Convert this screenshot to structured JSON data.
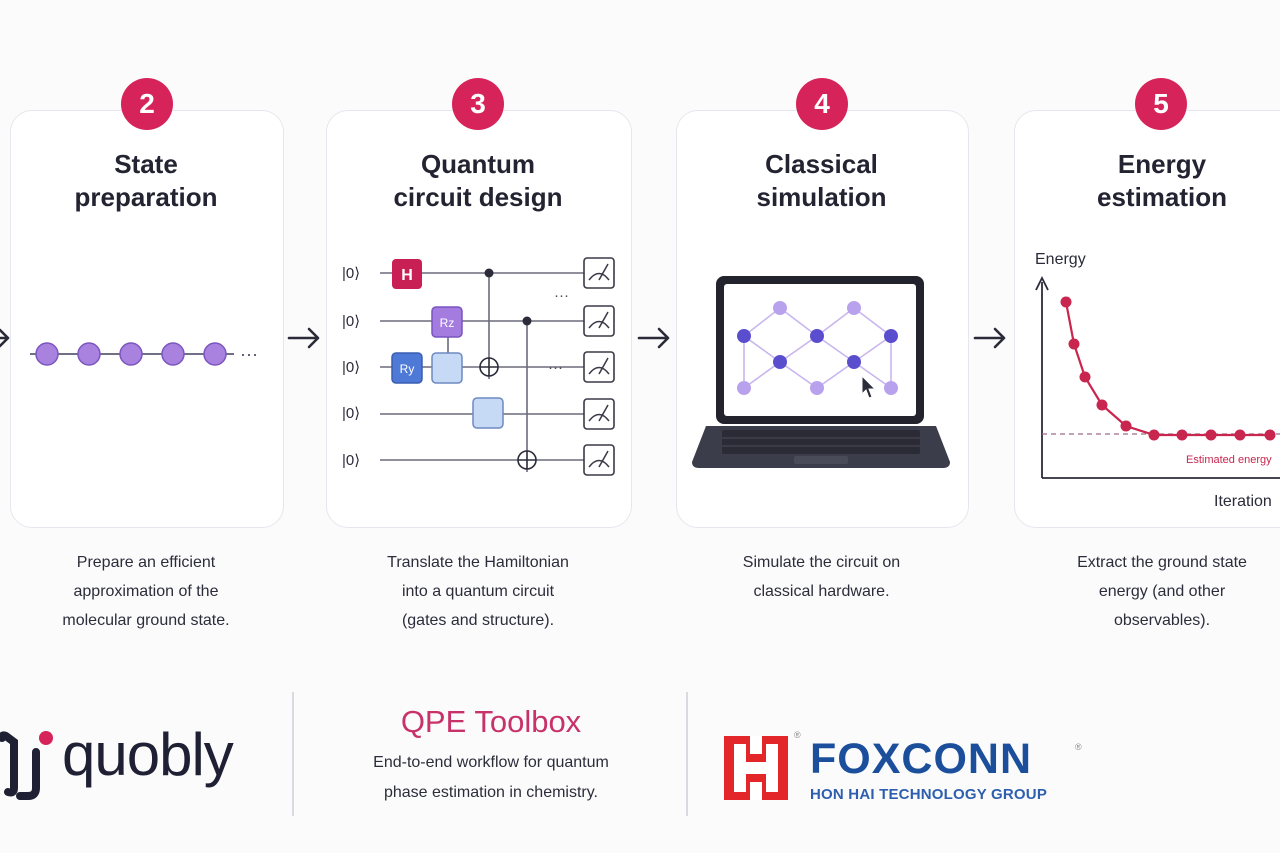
{
  "steps": [
    {
      "number": "2",
      "title_line1": "State",
      "title_line2": "preparation",
      "desc": [
        "Prepare an efficient",
        "approximation of the",
        "molecular ground state."
      ]
    },
    {
      "number": "3",
      "title_line1": "Quantum",
      "title_line2": "circuit design",
      "desc": [
        "Translate the Hamiltonian",
        "into a quantum circuit",
        "(gates and structure)."
      ]
    },
    {
      "number": "4",
      "title_line1": "Classical",
      "title_line2": "simulation",
      "desc": [
        "Simulate the circuit on",
        "classical hardware."
      ]
    },
    {
      "number": "5",
      "title_line1": "Energy",
      "title_line2": "estimation",
      "desc": [
        "Extract the ground state",
        "energy (and other",
        "observables)."
      ]
    }
  ],
  "circuit": {
    "qubit_label": "|0⟩",
    "gate_h": "H",
    "gate_rz": "Rz",
    "gate_ry": "Ry",
    "ellipsis": "···"
  },
  "energy_plot": {
    "ylabel": "Energy",
    "xlabel": "Iteration",
    "reference_label": "Estimated energy"
  },
  "chain_ellipsis": "···",
  "footer": {
    "quobly_name": "quobly",
    "qpe_title": "QPE Toolbox",
    "qpe_sub_line1": "End-to-end workflow for quantum",
    "qpe_sub_line2": "phase estimation in chemistry.",
    "foxconn_name": "FOXCONN",
    "foxconn_sub": "HON HAI TECHNOLOGY GROUP",
    "registered": "®"
  },
  "colors": {
    "accent": "#d6245a",
    "node_purple": "#a982e0",
    "energy_red": "#c8264f",
    "foxconn_blue": "#1b4f9c",
    "foxconn_red": "#e2262a"
  }
}
